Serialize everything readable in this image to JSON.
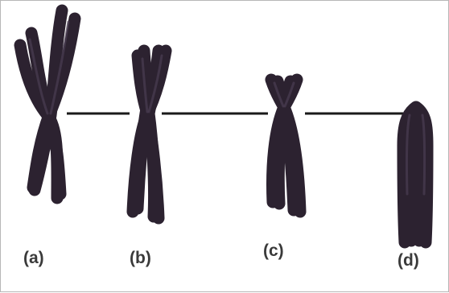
{
  "colors": {
    "chromosome": "#2c2230",
    "chromosome_highlight": "#4a3d52",
    "line": "#1a1a1a",
    "label": "#3a3a3a",
    "background": "#ffffff"
  },
  "labels": {
    "a": "(a)",
    "b": "(b)",
    "c": "(c)",
    "d": "(d)"
  }
}
